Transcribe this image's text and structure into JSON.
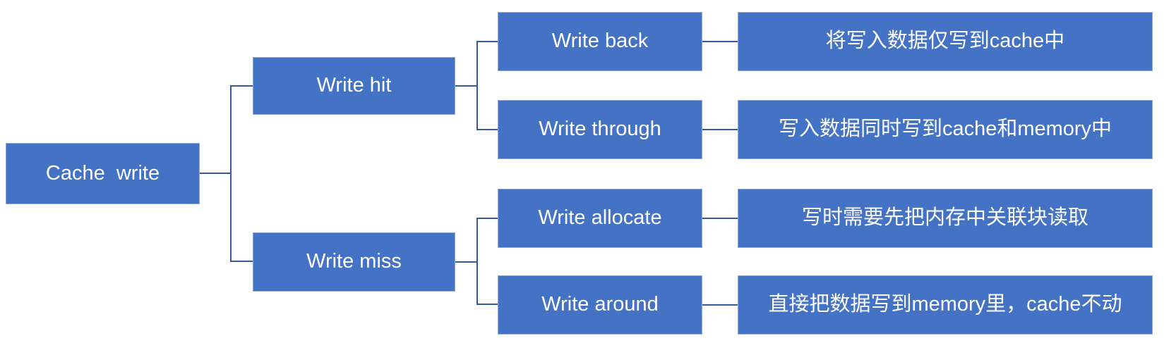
{
  "palette": {
    "box_fill": "#4472C4",
    "box_text": "#FFFFFF",
    "connector_line": "#35599F",
    "background": "#FFFFFF"
  },
  "diagram": {
    "type": "tree",
    "root": {
      "label": "Cache  write"
    },
    "branches": [
      {
        "label": "Write hit",
        "children": [
          {
            "label": "Write back",
            "desc": "将写入数据仅写到cache中"
          },
          {
            "label": "Write through",
            "desc": "写入数据同时写到cache和memory中"
          }
        ]
      },
      {
        "label": "Write miss",
        "children": [
          {
            "label": "Write allocate",
            "desc": "写时需要先把内存中关联块读取"
          },
          {
            "label": "Write around",
            "desc": "直接把数据写到memory里，cache不动"
          }
        ]
      }
    ]
  }
}
